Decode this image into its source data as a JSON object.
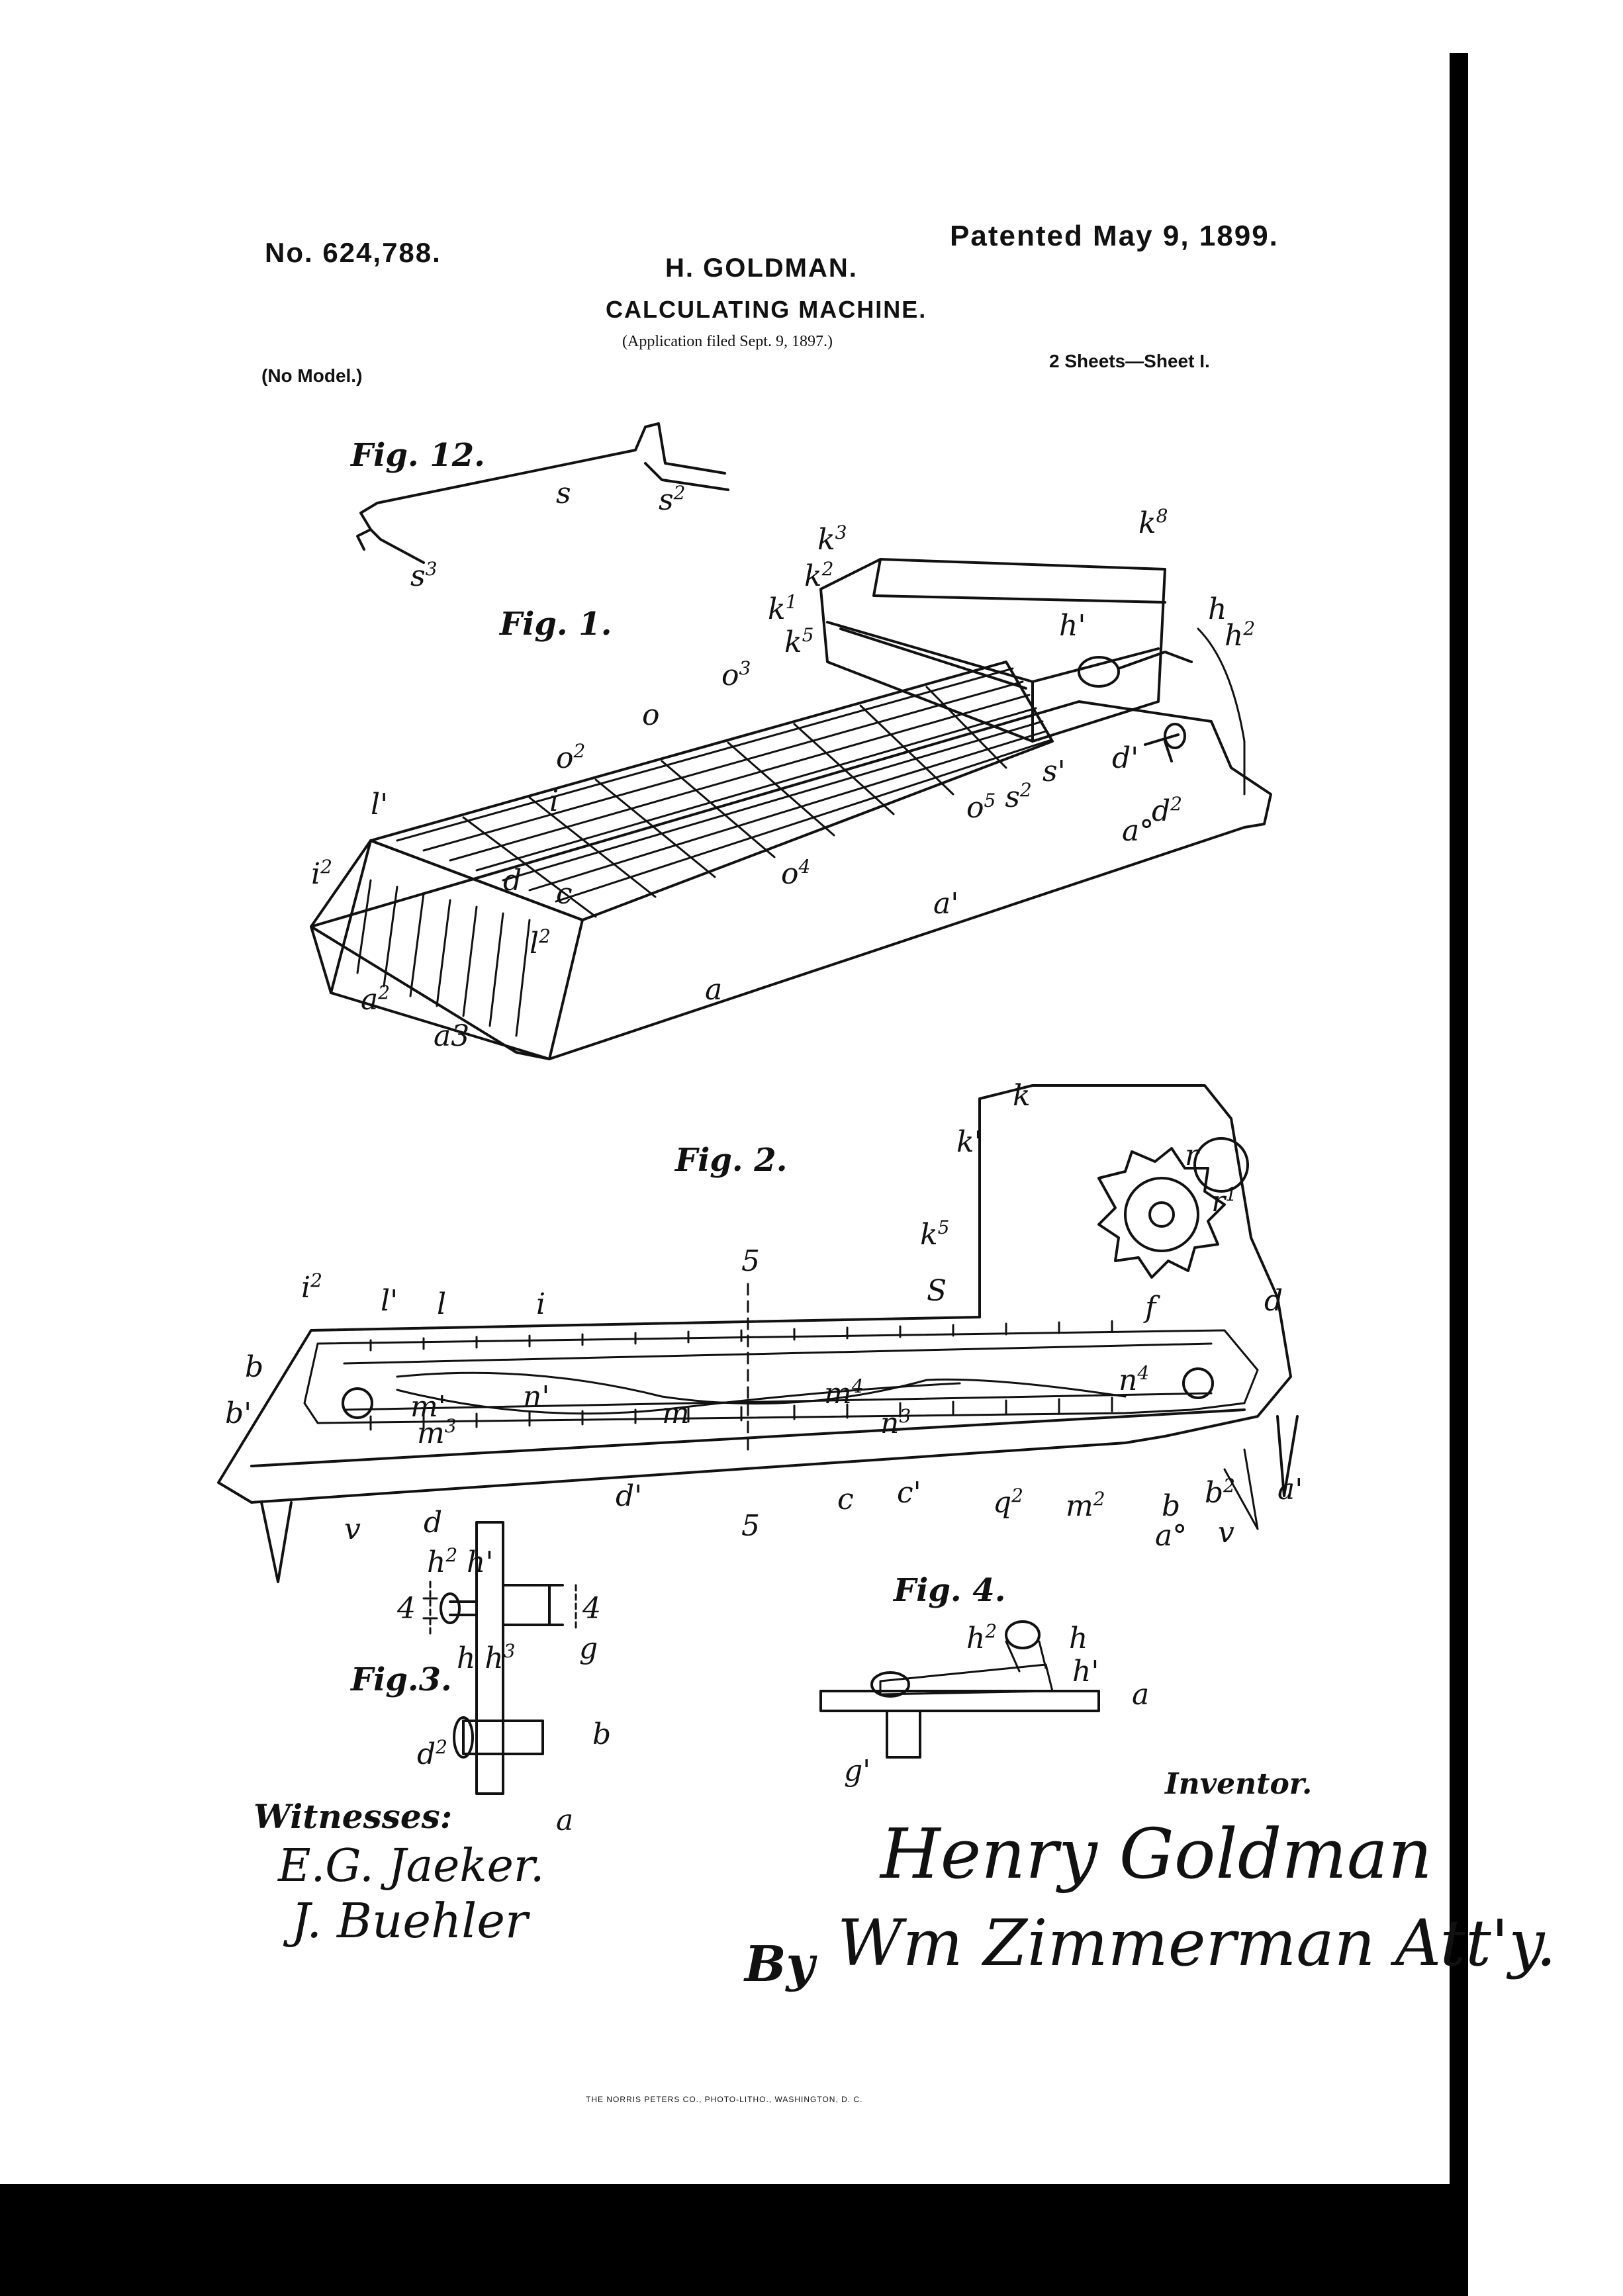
{
  "header": {
    "patent_number": "No. 624,788.",
    "patented_date": "Patented May 9, 1899.",
    "inventor": "H. GOLDMAN.",
    "title": "CALCULATING MACHINE.",
    "application": "(Application filed Sept. 9, 1897.)",
    "model_note": "(No Model.)",
    "sheet_info": "2 Sheets—Sheet I."
  },
  "figures": {
    "fig12": "Fig. 12.",
    "fig1": "Fig. 1.",
    "fig2": "Fig. 2.",
    "fig3": "Fig.3.",
    "fig4": "Fig. 4."
  },
  "signatures": {
    "witnesses_label": "Witnesses:",
    "witness_1": "E.G. Jaeker.",
    "witness_2": "J. Buehler",
    "inventor_label": "Inventor.",
    "inventor_signature": "Henry Goldman",
    "by": "By",
    "attorney_signature": "Wm Zimmerman Att'y."
  },
  "footer": {
    "printer": "THE NORRIS PETERS CO., PHOTO-LITHO., WASHINGTON, D. C."
  }
}
